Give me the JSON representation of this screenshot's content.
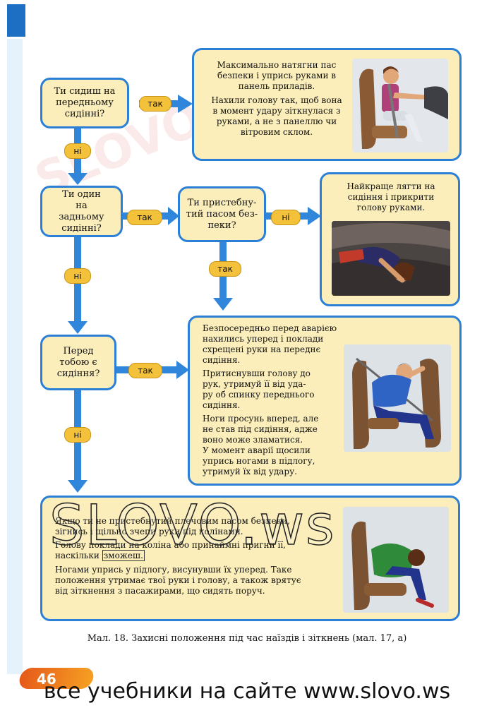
{
  "questions": {
    "q1": "Ти сидиш на\nпередньому\nсидінні?",
    "q2": "Ти один\nна\nзадньому\nсидінні?",
    "q3": "Ти пристебну-\nтий пасом без-\nпеки?",
    "q4": "Перед\nтобою є\nсидіння?"
  },
  "labels": {
    "yes": "так",
    "no": "ні"
  },
  "answers": {
    "a1": {
      "p1": "Максимально натягни пас\nбезпеки і упрись руками в\nпанель приладів.",
      "p2": "Нахили голову так, щоб вона\nв момент удару зіткнулася з\nруками, а не з панеллю чи\nвітровим склом.",
      "image": "passenger-bracing-on-dashboard"
    },
    "a2": {
      "p1": "Найкраще лягти на\nсидіння і прикрити\nголову руками.",
      "image": "passenger-lying-on-seat"
    },
    "a3": {
      "p1": "Безпосередньо перед аварією\nнахились уперед і поклади\nсхрещені руки на переднє\nсидіння.",
      "p2": "Притиснувши голову до\nрук, утримуй її від уда-\nру об спинку переднього\nсидіння.",
      "p3": "Ноги просунь вперед, але\nне став під сидіння, адже\nвоно може зламатися.",
      "p4": "У момент аварії щосили\nупрись ногами в підлогу,\nутримуй їх від удару.",
      "image": "passenger-leaning-on-front-seat"
    },
    "a4": {
      "p1": "Якщо ти не пристебнутий плечовим пасом безпеки,\nзігнись і щільно зчепи руки під колінами.",
      "p2a": "Голову поклади на коліна або принаймні пригни її,\nнаскільки ",
      "p2b": "зможеш.",
      "p3": "Ногами упрись у підлогу, висунувши їх уперед. Таке\nположення утримає твої руки і голову, а також врятує\nвід зіткнення з пасажирами, що сидять поруч.",
      "image": "passenger-bent-over-knees"
    }
  },
  "caption": "Мал. 18. Захисні положення під час наїздів і зіткнень (мал. 17, а)",
  "page_number": "46",
  "footer": "все учебники на сайте www.slovo.ws",
  "watermark": "SLOVO.ws",
  "watermark_faint": "SLOVO.ws",
  "colors": {
    "box_fill": "#fbeebb",
    "box_border": "#2b7fd6",
    "arrow": "#2f86da",
    "pill": "#f3c23a",
    "badge": "#ee7a1f"
  }
}
